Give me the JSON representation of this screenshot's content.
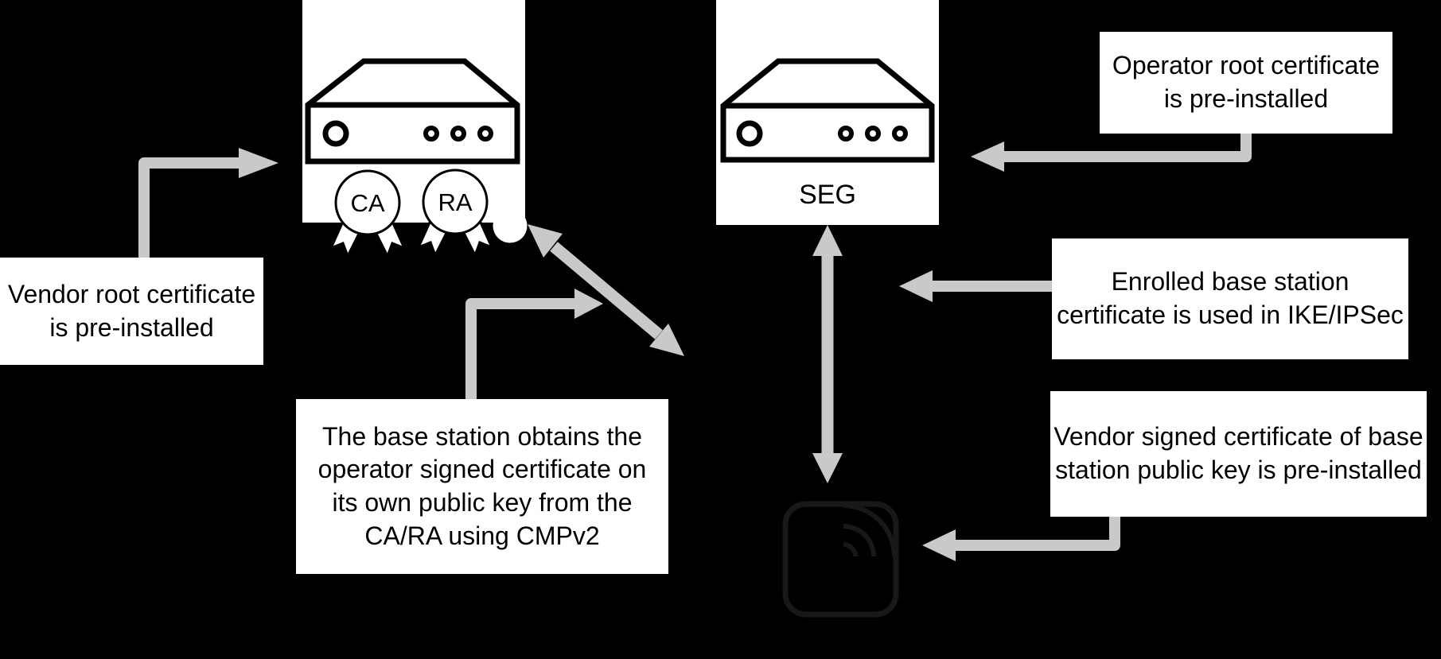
{
  "diagram": {
    "type": "network-security-certificate-enrollment-diagram",
    "background_color": "#000000",
    "box_color": "#ffffff",
    "text_color": "#000000",
    "arrow_color": "#c9c9c9",
    "dark_icon_color": "#17181a"
  },
  "nodes": {
    "ca_ra_server": {
      "icon": "server-icon",
      "badges": [
        "CA",
        "RA"
      ]
    },
    "seg_server": {
      "icon": "server-icon",
      "label": "SEG"
    },
    "base_station": {
      "icon": "base-station-signal-icon"
    }
  },
  "callouts": {
    "vendor_root": {
      "lines": [
        "Vendor root certificate",
        "is pre-installed"
      ]
    },
    "operator_root": {
      "lines": [
        "Operator root certificate",
        "is pre-installed"
      ]
    },
    "enrolled_cert": {
      "lines": [
        "Enrolled base station",
        "certificate is used in IKE/IPSec"
      ]
    },
    "vendor_signed": {
      "lines": [
        "Vendor signed certificate of base",
        "station public key is pre-installed"
      ]
    },
    "cmpv2": {
      "lines": [
        "The base station obtains the",
        "operator signed certificate on",
        "its own public key from the",
        "CA/RA using CMPv2"
      ]
    }
  },
  "arrows": [
    {
      "name": "vendor-root-to-ca-ra",
      "style": "elbow",
      "heads": 1
    },
    {
      "name": "operator-root-to-seg",
      "style": "elbow",
      "heads": 1
    },
    {
      "name": "cmpv2-note-to-link",
      "style": "elbow",
      "heads": 1
    },
    {
      "name": "ca-ra-to-base-station-link",
      "style": "diagonal",
      "heads": 2
    },
    {
      "name": "seg-to-base-station-link",
      "style": "vertical",
      "heads": 2
    },
    {
      "name": "enrolled-cert-to-link",
      "style": "straight",
      "heads": 1
    },
    {
      "name": "vendor-signed-to-base-station",
      "style": "elbow",
      "heads": 1
    }
  ]
}
